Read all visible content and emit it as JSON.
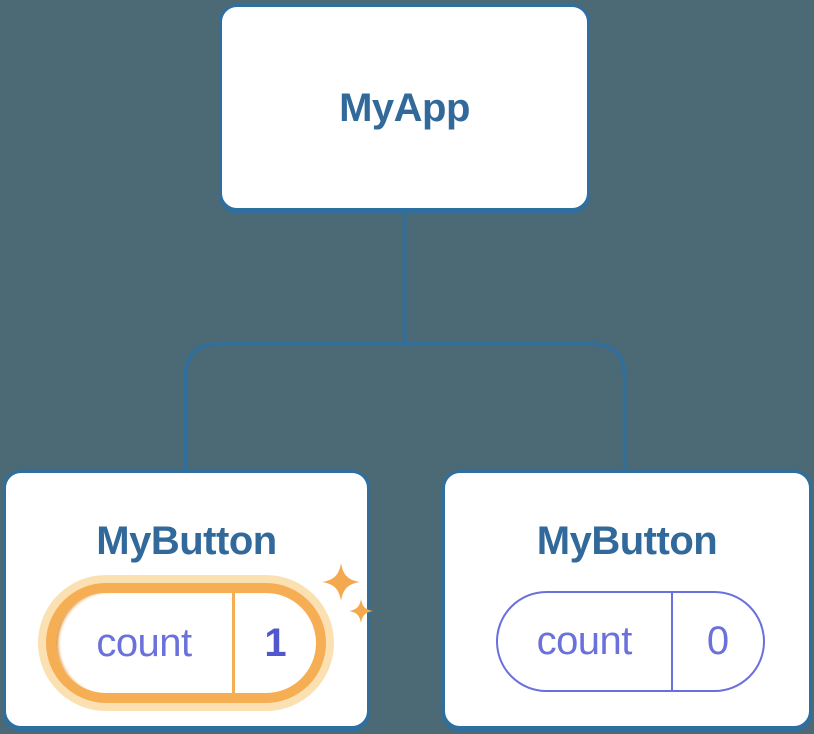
{
  "tree": {
    "root": {
      "label": "MyApp"
    },
    "children": [
      {
        "label": "MyButton",
        "state_key": "count",
        "state_value": "1",
        "highlighted": true
      },
      {
        "label": "MyButton",
        "state_key": "count",
        "state_value": "0",
        "highlighted": false
      }
    ]
  },
  "icons": {
    "sparkle": "four-point-sparkle"
  },
  "colors": {
    "background": "#4C6A75",
    "card_background": "#FFFFFF",
    "card_border": "#2F6F9F",
    "connector": "#2F6F9F",
    "title_text": "#31699A",
    "state_text": "#6B71DB",
    "state_value_highlighted": "#5157CC",
    "highlight_border": "#F6AE54",
    "highlight_halo": "#FBE0B2",
    "normal_pill_border": "#6A6FE0",
    "sparkle": "#F5A94F"
  }
}
